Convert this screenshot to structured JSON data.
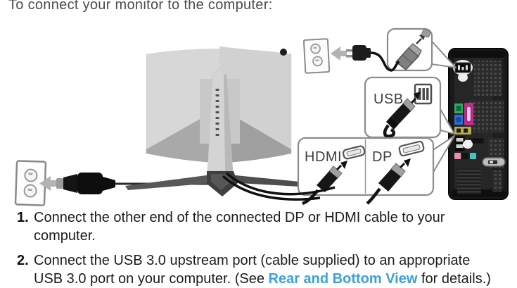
{
  "page": {
    "intro": "To connect your monitor to the computer:"
  },
  "steps": [
    {
      "number": "1.",
      "line1": "Connect the other end of the connected DP or HDMI cable to your",
      "line2": "computer."
    },
    {
      "number": "2.",
      "line1": "Connect the USB 3.0 upstream port (cable supplied) to an appropriate",
      "line2_before": "USB 3.0 port on your computer. (See ",
      "line2_link": "Rear and Bottom View",
      "line2_after": " for details.)"
    }
  ],
  "diagram": {
    "callouts": {
      "usb": "USB",
      "hdmi": "HDMI",
      "dp": "DP"
    }
  },
  "colors": {
    "link": "#3ba1dc",
    "text": "#1c1c1c",
    "heading": "#4b4b4b",
    "callout-border": "#8c8c8c",
    "port-green": "#2fae57",
    "port-magenta": "#c42a8e",
    "port-blue": "#2e6fd6",
    "port-yellow": "#b9ae45",
    "port-pink": "#e890b4",
    "port-teal": "#3ec6c6"
  }
}
